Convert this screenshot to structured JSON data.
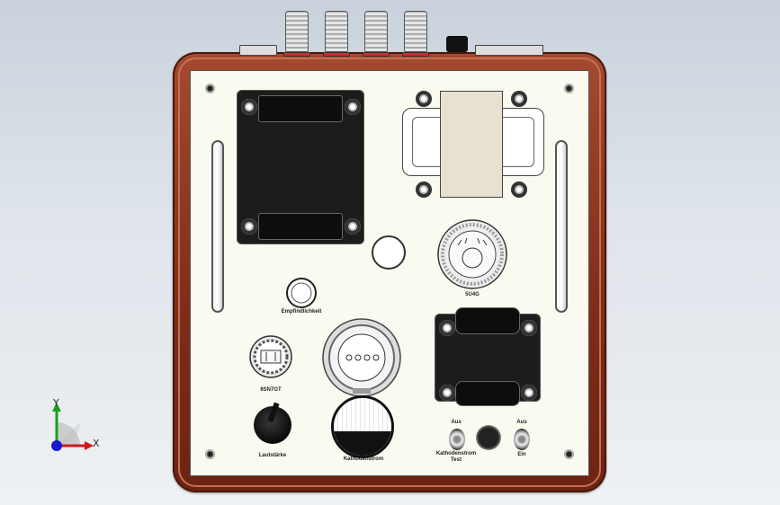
{
  "labels": {
    "sensitivity": "Empfindlichkeit",
    "rectifier_tube": "5U4G",
    "tube_socket": "6SN7GT",
    "strength_switch": "Lautstärke",
    "meter": "Kathodenstrom",
    "test_button": "Kathodenstrom\nTest",
    "toggle_top_left": "Aus",
    "toggle_top_right": "Aus",
    "toggle_bottom": "Ein"
  },
  "axes": {
    "x": "X",
    "y": "Y"
  },
  "colors": {
    "chassis": "#7e2c18",
    "panel": "#fbfaf0",
    "terminal_ring": "#c63030",
    "axis_x": "#d01818",
    "axis_y": "#18a018",
    "axis_z": "#1818d0"
  },
  "icons": {
    "triad": "coordinate-triad-icon",
    "knob": "rotary-knob-icon",
    "toggle": "toggle-switch-icon"
  }
}
